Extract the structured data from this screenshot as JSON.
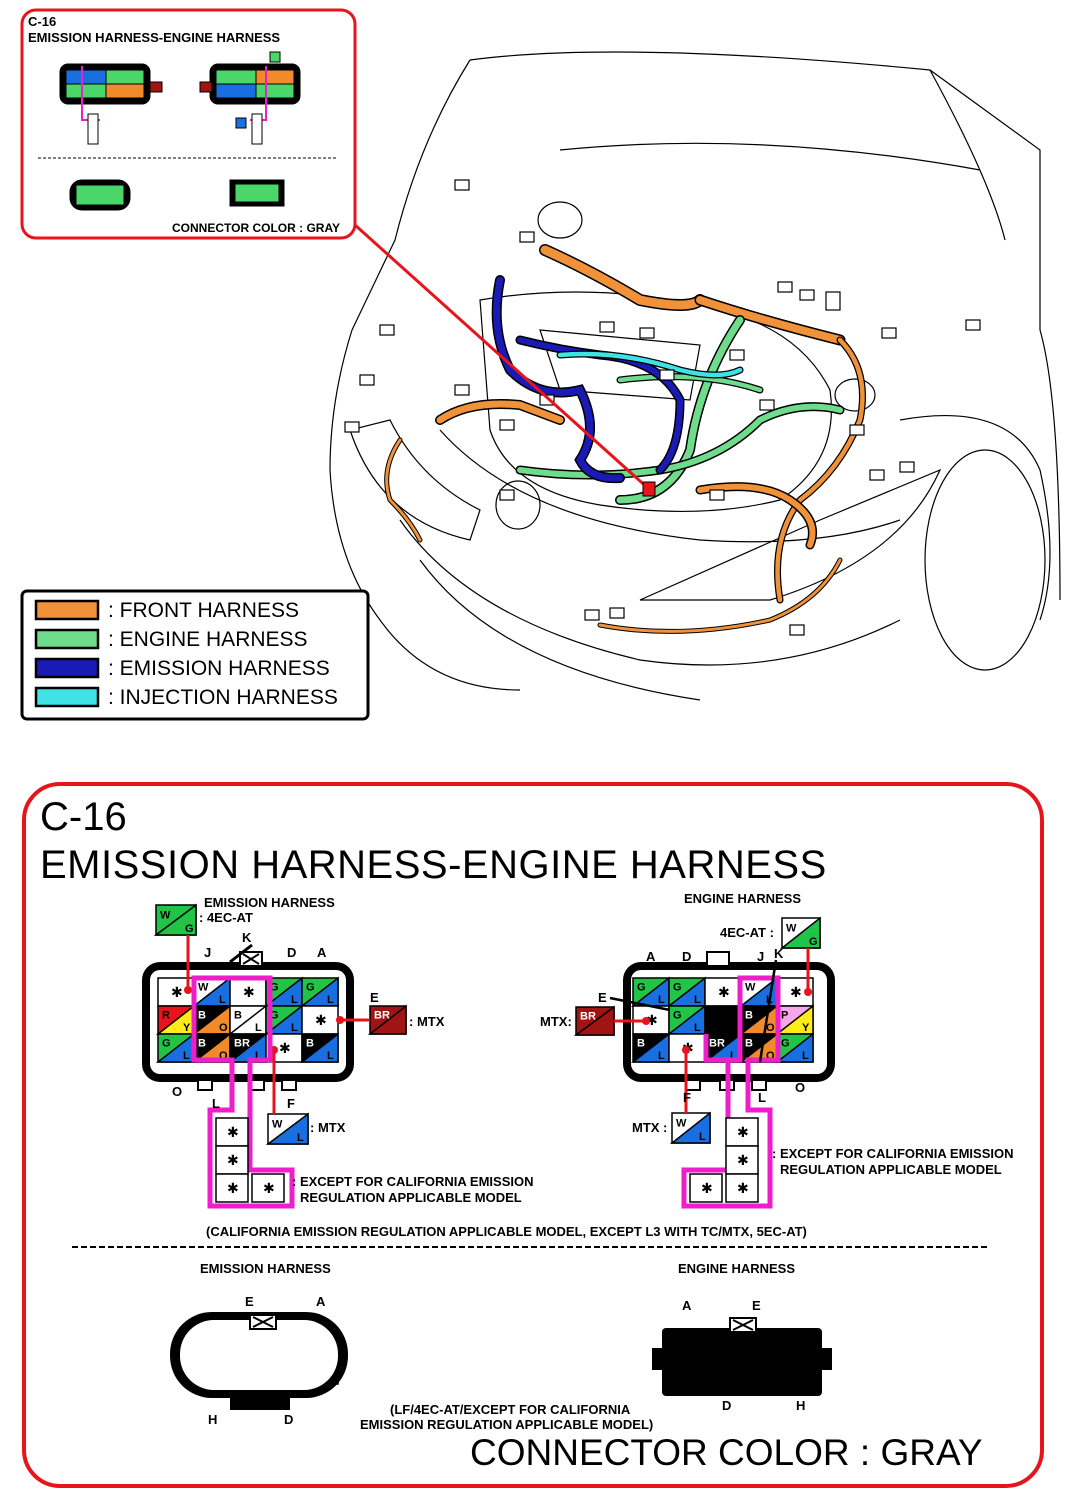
{
  "inset": {
    "code": "C-16",
    "title": "EMISSION HARNESS-ENGINE HARNESS",
    "connector_color": "CONNECTOR COLOR : GRAY"
  },
  "legend": [
    {
      "label": ": FRONT HARNESS",
      "color": "#f0923a"
    },
    {
      "label": ": ENGINE HARNESS",
      "color": "#6fdc8c"
    },
    {
      "label": ": EMISSION HARNESS",
      "color": "#1a1ab4"
    },
    {
      "label": ": INJECTION HARNESS",
      "color": "#3fe3e6"
    }
  ],
  "colors": {
    "frame_red": "#e8141c",
    "magenta": "#ee1fc8",
    "brown": "#a01414",
    "green": "#22c447",
    "blue": "#1a6fe0",
    "orange": "#f08a2a",
    "yellow": "#ffec1a",
    "pink": "#f4a8e8",
    "red": "#e8141c"
  },
  "detail": {
    "code": "C-16",
    "title": "EMISSION HARNESS-ENGINE HARNESS",
    "emission_header": "EMISSION HARNESS",
    "engine_header": "ENGINE HARNESS",
    "label_4ec_at_left": ": 4EC-AT",
    "label_4ec_at_right": "4EC-AT :",
    "label_mtx_br_left": ": MTX",
    "label_mtx_br_right": "MTX:",
    "label_mtx_wl_left": ": MTX",
    "label_mtx_wl_right": "MTX :",
    "except_left_1": ": EXCEPT FOR CALIFORNIA EMISSION",
    "except_left_2": "REGULATION APPLICABLE MODEL",
    "except_right_1": ": EXCEPT FOR CALIFORNIA EMISSION",
    "except_right_2": "REGULATION APPLICABLE MODEL",
    "california_note": "(CALIFORNIA EMISSION REGULATION APPLICABLE MODEL, EXCEPT L3 WITH TC/MTX, 5EC-AT)",
    "lower_emission_header": "EMISSION HARNESS",
    "lower_engine_header": "ENGINE HARNESS",
    "lf_note_1": "(LF/4EC-AT/EXCEPT FOR CALIFORNIA",
    "lf_note_2": "EMISSION REGULATION APPLICABLE MODEL)",
    "connector_color": "CONNECTOR COLOR : GRAY",
    "pin_letters_left_top": [
      "J",
      "K",
      "D",
      "A",
      "E"
    ],
    "pin_letters_left_bottom": [
      "O",
      "L",
      "F"
    ],
    "pin_letters_right_top": [
      "A",
      "D",
      "J",
      "K",
      "E"
    ],
    "pin_letters_right_bottom": [
      "F",
      "L",
      "O"
    ],
    "lower_left_letters": [
      "E",
      "A",
      "H",
      "D"
    ],
    "lower_right_letters": [
      "A",
      "E",
      "D",
      "H"
    ],
    "wire_codes": {
      "W": "W",
      "G": "G",
      "L": "L",
      "B": "B",
      "O": "O",
      "R": "R",
      "Y": "Y",
      "P": "P",
      "BR": "BR",
      "X": "✱"
    }
  }
}
